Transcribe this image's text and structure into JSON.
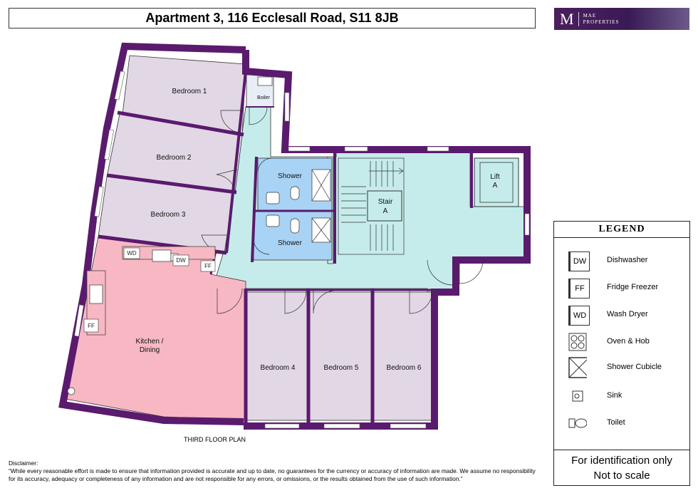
{
  "header": {
    "title": "Apartment 3, 116 Ecclesall Road, S11 8JB",
    "logo_mark": "M",
    "logo_line1": "MAE",
    "logo_line2": "PROPERTIES"
  },
  "rooms": {
    "bedroom1": "Bedroom 1",
    "bedroom2": "Bedroom 2",
    "bedroom3": "Bedroom 3",
    "bedroom4": "Bedroom 4",
    "bedroom5": "Bedroom 5",
    "bedroom6": "Bedroom 6",
    "kitchen_line1": "Kitchen /",
    "kitchen_line2": "Dining",
    "boiler": "Boiler",
    "shower1": "Shower",
    "shower2": "Shower",
    "stair_line1": "Stair",
    "stair_line2": "A",
    "lift_line1": "Lift",
    "lift_line2": "A"
  },
  "appliances": {
    "wd": "WD",
    "dw": "DW",
    "ff_top": "FF",
    "ff_side": "FF"
  },
  "floor_label": "THIRD FLOOR PLAN",
  "legend": {
    "title": "LEGEND",
    "items": [
      {
        "code": "DW",
        "label": "Dishwasher"
      },
      {
        "code": "FF",
        "label": "Fridge Freezer"
      },
      {
        "code": "WD",
        "label": "Wash Dryer"
      },
      {
        "code": "",
        "label": "Oven & Hob"
      },
      {
        "code": "",
        "label": "Shower Cubicle"
      },
      {
        "code": "",
        "label": "Sink"
      },
      {
        "code": "",
        "label": "Toilet"
      }
    ],
    "note_line1": "For identification only",
    "note_line2": "Not to scale"
  },
  "disclaimer": {
    "heading": "Disclaimer:",
    "text": "“While every reasonable effort is made to ensure that information provided is accurate and up to date, no guarantees for the currency or accuracy of information are made. We assume no responsibility for its accuracy, adequacy or completeness of any information and are not responsible for any errors, or omissions, or the results obtained from the use of such information.”"
  },
  "colors": {
    "wall": "#5a1a6e",
    "bedroom": "#e2d7e4",
    "kitchen": "#f7b8c3",
    "hall": "#c5ecea",
    "bathroom": "#a9d3f5"
  }
}
